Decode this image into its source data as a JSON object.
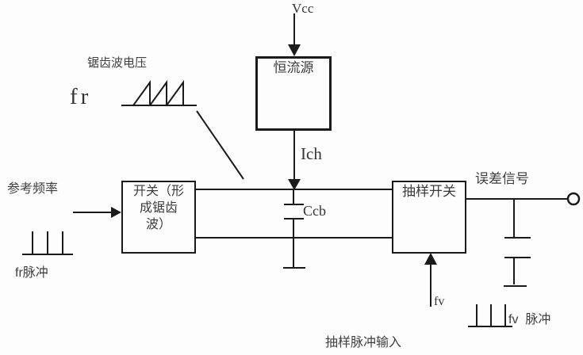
{
  "diagram": {
    "title_hint": "sample-and-hold phase detector block diagram",
    "labels": {
      "vcc": "Vcc",
      "sawtooth_voltage": "锯齿波电压",
      "fr": "fr",
      "reference_frequency": "参考频率",
      "fr_pulse": "fr脉冲",
      "ich": "Ich",
      "ccb": "Ccb",
      "error_signal": "误差信号",
      "fv": "fv",
      "sampling_pulse_input": "抽样脉冲输入",
      "fv_pulse": "fv  脉冲"
    },
    "blocks": {
      "constant_current_source": "恒流源",
      "sawtooth_switch": "开关（形\n成锯齿\n波）",
      "sampling_switch": "抽样开关"
    },
    "icons": {
      "sawtooth_waveform": "sawtooth-waveform-icon",
      "fr_pulse_train": "pulse-train-icon",
      "fv_pulse_train": "pulse-train-icon",
      "capacitor_ccb": "capacitor-icon",
      "output_capacitors": "capacitor-icon",
      "output_terminal": "circle-terminal-icon"
    },
    "colors": {
      "line": "#1b1b1b",
      "text": "#3f3f3f",
      "background": "#fdfdfd"
    }
  }
}
